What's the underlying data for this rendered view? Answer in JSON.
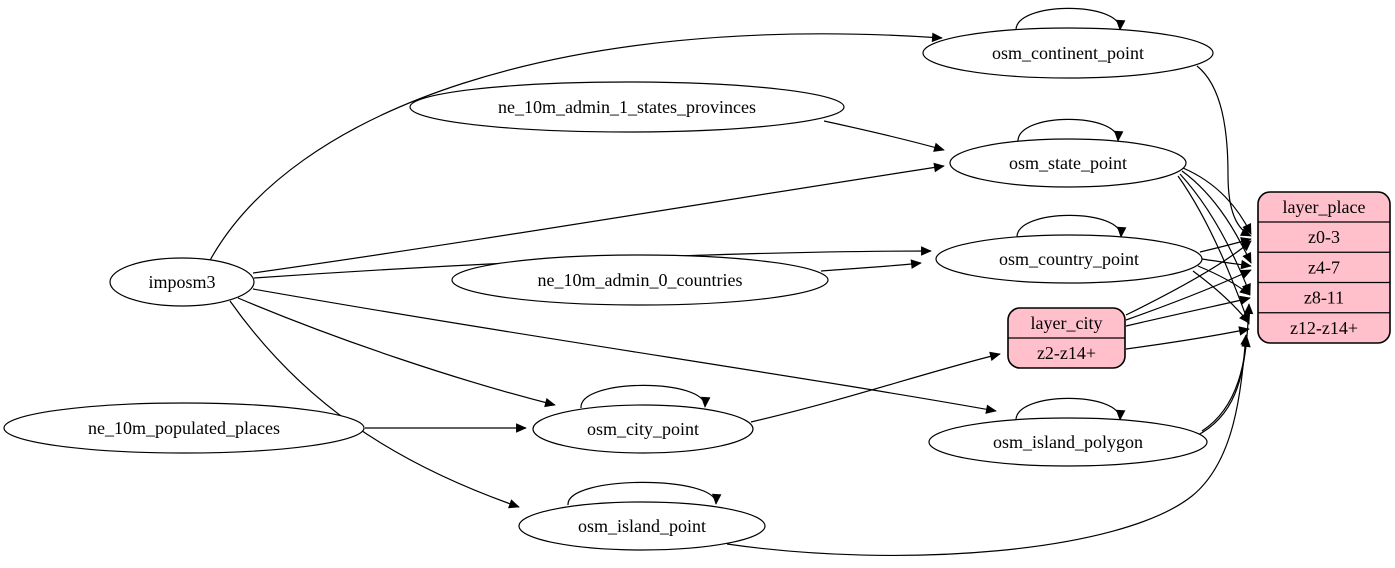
{
  "diagram": {
    "background_color": "#ffffff",
    "edge_color": "#000000",
    "ellipse_fill": "#ffffff",
    "record_fill": "#ffc0cb",
    "stroke_color": "#000000",
    "nodes": [
      {
        "id": "imposm3",
        "type": "ellipse",
        "label": "imposm3"
      },
      {
        "id": "ne_10m_admin_1_states_provinces",
        "type": "ellipse",
        "label": "ne_10m_admin_1_states_provinces"
      },
      {
        "id": "ne_10m_admin_0_countries",
        "type": "ellipse",
        "label": "ne_10m_admin_0_countries"
      },
      {
        "id": "ne_10m_populated_places",
        "type": "ellipse",
        "label": "ne_10m_populated_places"
      },
      {
        "id": "osm_continent_point",
        "type": "ellipse",
        "label": "osm_continent_point"
      },
      {
        "id": "osm_state_point",
        "type": "ellipse",
        "label": "osm_state_point"
      },
      {
        "id": "osm_country_point",
        "type": "ellipse",
        "label": "osm_country_point"
      },
      {
        "id": "osm_city_point",
        "type": "ellipse",
        "label": "osm_city_point"
      },
      {
        "id": "osm_island_polygon",
        "type": "ellipse",
        "label": "osm_island_polygon"
      },
      {
        "id": "osm_island_point",
        "type": "ellipse",
        "label": "osm_island_point"
      },
      {
        "id": "layer_place",
        "type": "record",
        "title": "layer_place",
        "rows": [
          "z0-3",
          "z4-7",
          "z8-11",
          "z12-z14+"
        ]
      },
      {
        "id": "layer_city",
        "type": "record",
        "title": "layer_city",
        "rows": [
          "z2-z14+"
        ]
      }
    ],
    "edges": [
      {
        "from": "imposm3",
        "to": "osm_continent_point"
      },
      {
        "from": "imposm3",
        "to": "osm_state_point"
      },
      {
        "from": "imposm3",
        "to": "osm_country_point"
      },
      {
        "from": "imposm3",
        "to": "osm_city_point"
      },
      {
        "from": "imposm3",
        "to": "osm_island_polygon"
      },
      {
        "from": "imposm3",
        "to": "osm_island_point"
      },
      {
        "from": "ne_10m_admin_1_states_provinces",
        "to": "osm_state_point"
      },
      {
        "from": "ne_10m_admin_0_countries",
        "to": "osm_country_point"
      },
      {
        "from": "ne_10m_populated_places",
        "to": "osm_city_point"
      },
      {
        "from": "osm_continent_point",
        "to": "osm_continent_point"
      },
      {
        "from": "osm_state_point",
        "to": "osm_state_point"
      },
      {
        "from": "osm_country_point",
        "to": "osm_country_point"
      },
      {
        "from": "osm_city_point",
        "to": "osm_city_point"
      },
      {
        "from": "osm_island_polygon",
        "to": "osm_island_polygon"
      },
      {
        "from": "osm_island_point",
        "to": "osm_island_point"
      },
      {
        "from": "osm_continent_point",
        "to": "layer_place",
        "port": "z0-3"
      },
      {
        "from": "osm_state_point",
        "to": "layer_place",
        "port": "z0-3"
      },
      {
        "from": "osm_state_point",
        "to": "layer_place",
        "port": "z4-7"
      },
      {
        "from": "osm_state_point",
        "to": "layer_place",
        "port": "z8-11"
      },
      {
        "from": "osm_state_point",
        "to": "layer_place",
        "port": "z12-z14+"
      },
      {
        "from": "osm_country_point",
        "to": "layer_place",
        "port": "z0-3"
      },
      {
        "from": "osm_country_point",
        "to": "layer_place",
        "port": "z4-7"
      },
      {
        "from": "osm_country_point",
        "to": "layer_place",
        "port": "z8-11"
      },
      {
        "from": "osm_country_point",
        "to": "layer_place",
        "port": "z12-z14+"
      },
      {
        "from": "osm_city_point",
        "to": "layer_city",
        "port": "z2-z14+"
      },
      {
        "from": "layer_city",
        "to": "layer_place",
        "port": "z0-3"
      },
      {
        "from": "layer_city",
        "to": "layer_place",
        "port": "z4-7"
      },
      {
        "from": "layer_city",
        "to": "layer_place",
        "port": "z8-11"
      },
      {
        "from": "layer_city",
        "to": "layer_place",
        "port": "z12-z14+"
      },
      {
        "from": "osm_island_polygon",
        "to": "layer_place",
        "port": "z8-11"
      },
      {
        "from": "osm_island_polygon",
        "to": "layer_place",
        "port": "z12-z14+"
      },
      {
        "from": "osm_island_point",
        "to": "layer_place",
        "port": "z12-z14+"
      }
    ]
  }
}
